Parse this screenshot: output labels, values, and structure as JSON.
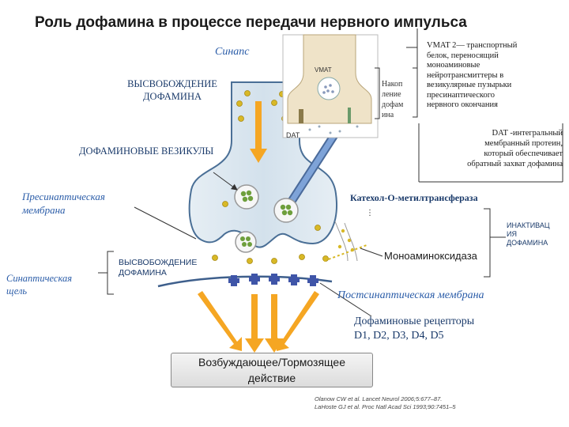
{
  "title": "Роль дофамина в процессе передачи нервного импульса",
  "labels": {
    "synapse": "Синапс",
    "release_top_1": "ВЫСВОБОЖДЕНИЕ",
    "release_top_2": "ДОФАМИНА",
    "accumulation_1": "Накоп",
    "accumulation_2": "ление",
    "accumulation_3": "дофам",
    "accumulation_4": "ина",
    "vmat_inset": "VMAT",
    "dat_inset": "DAT",
    "vesicles": "ДОФАМИНОВЫЕ ВЕЗИКУЛЫ",
    "presynaptic_1": "Пресинаптическая",
    "presynaptic_2": "мембрана",
    "synaptic_cleft_1": "Синаптическая",
    "synaptic_cleft_2": "щель",
    "release_bottom_1": "ВЫСВОБОЖДЕНИЕ",
    "release_bottom_2": "ДОФАМИНА",
    "comt": "Катехол-О-метилтрансфераза",
    "inactivation_1": "ИНАКТИВАЦ",
    "inactivation_2": "ИЯ",
    "inactivation_3": "ДОФАМИНА",
    "mao": "Моноаминоксидаза",
    "postsynaptic": "Постсинаптическая мембрана",
    "receptors_1": "Дофаминовые рецепторы",
    "receptors_2": "D1, D2, D3, D4, D5",
    "effect_1": "Возбуждающее/Тормозящее",
    "effect_2": "действие"
  },
  "notes": {
    "vmat_lines": [
      "VMAT 2— транспортный",
      "белок, переносящий",
      "моноаминовые",
      "нейротрансмиттеры в",
      "везикулярные пузырьки",
      "пресинаптического",
      "нервного окончания"
    ],
    "dat_lines": [
      "DAT -интегральный",
      "мембранный протеин,",
      "который обеспечивает",
      "обратный захват дофамина"
    ]
  },
  "citations": [
    "Olanow CW et al. Lancet Neurol 2006;5:677–87.",
    "LaHoste GJ et al. Proc Natl Acad Sci 1993;90:7451–5"
  ],
  "colors": {
    "neuron_fill": "#d6e4ee",
    "neuron_stroke": "#4a6f96",
    "arrow_orange": "#f5a623",
    "arrow_blue": "#6a8ec8",
    "dopamine_dot": "#d8b826",
    "vesicle_green": "#6e9f3c",
    "receptor_blue": "#3f55a8",
    "label_blue": "#2a5ca8"
  }
}
